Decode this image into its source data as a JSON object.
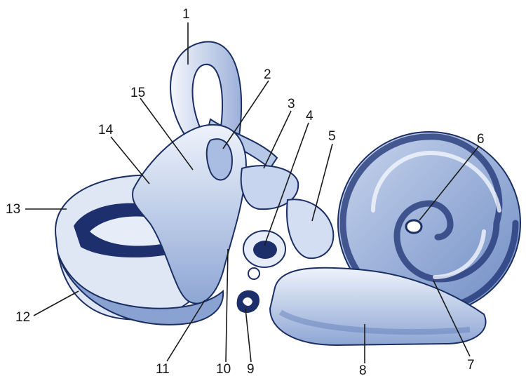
{
  "figure": {
    "labels": [
      {
        "id": "1",
        "text": "1"
      },
      {
        "id": "2",
        "text": "2"
      },
      {
        "id": "3",
        "text": "3"
      },
      {
        "id": "4",
        "text": "4"
      },
      {
        "id": "5",
        "text": "5"
      },
      {
        "id": "6",
        "text": "6"
      },
      {
        "id": "7",
        "text": "7"
      },
      {
        "id": "8",
        "text": "8"
      },
      {
        "id": "9",
        "text": "9"
      },
      {
        "id": "10",
        "text": "10"
      },
      {
        "id": "11",
        "text": "11"
      },
      {
        "id": "12",
        "text": "12"
      },
      {
        "id": "13",
        "text": "13"
      },
      {
        "id": "14",
        "text": "14"
      },
      {
        "id": "15",
        "text": "15"
      }
    ],
    "colors": {
      "outline": "#1b2f64",
      "fill_light": "#e4ecf7",
      "fill_mid": "#7d97c9",
      "fill_dark": "#1c2f6b",
      "text": "#151515"
    }
  }
}
